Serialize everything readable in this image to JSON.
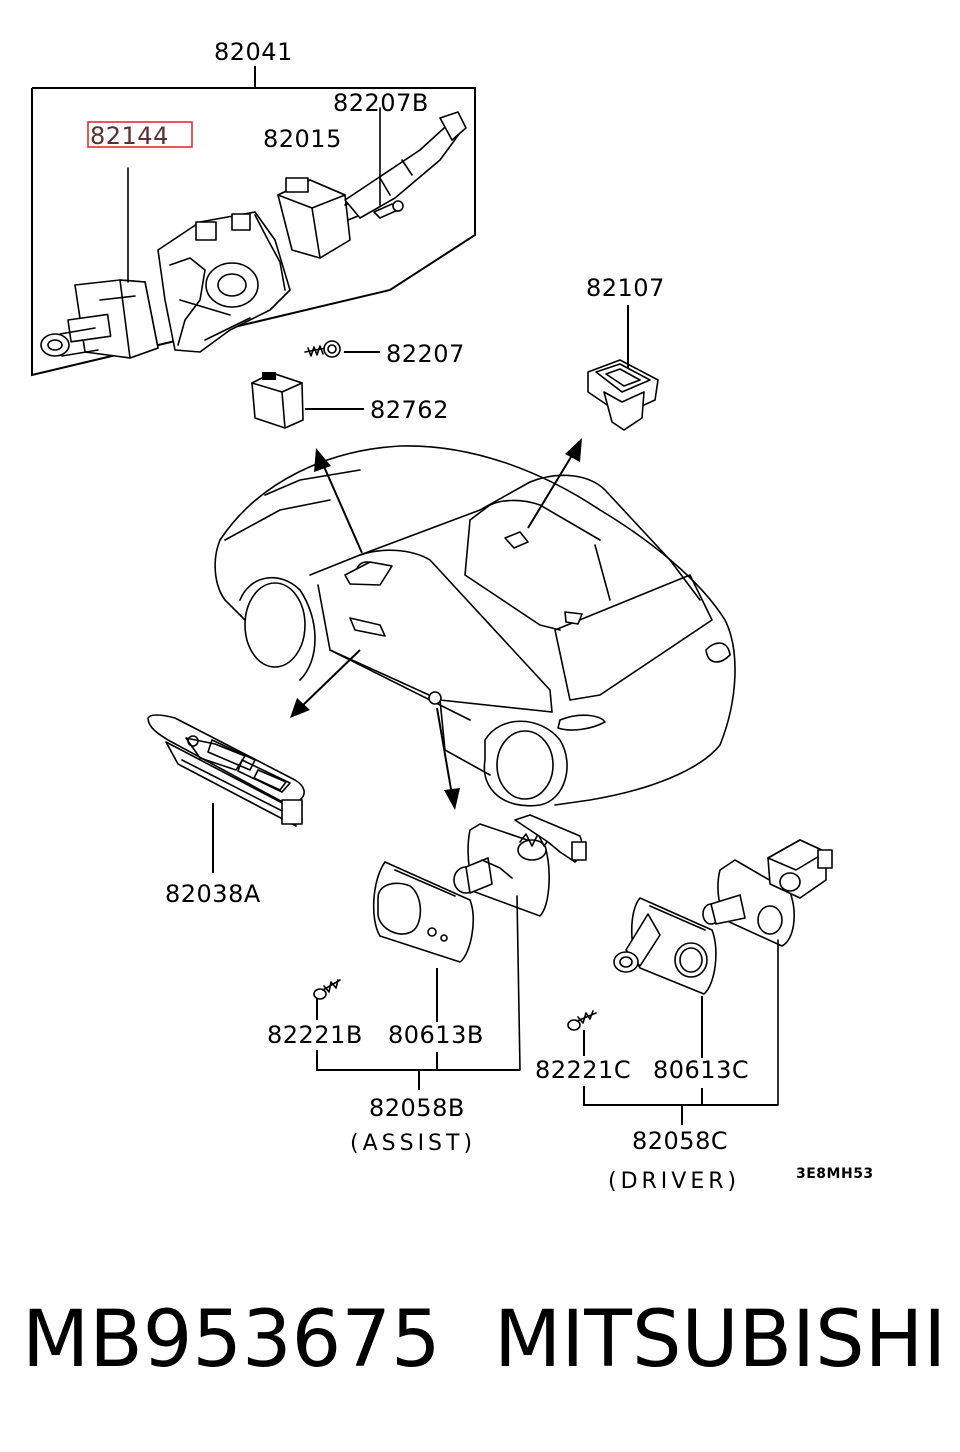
{
  "labels": {
    "p82041": "82041",
    "p82207B": "82207B",
    "p82144": "82144",
    "p82015": "82015",
    "p82107": "82107",
    "p82207": "82207",
    "p82762": "82762",
    "p82038A": "82038A",
    "p82221B": "82221B",
    "p80613B": "80613B",
    "p82058B": "82058B",
    "assist": "(ASSIST)",
    "p82221C": "82221C",
    "p80613C": "80613C",
    "p82058C": "82058C",
    "driver": "(DRIVER)",
    "code": "3E8MH53"
  },
  "highlight_color": "#e03030",
  "footer": {
    "part_number": "MB953675",
    "brand": "MITSUBISHI"
  }
}
